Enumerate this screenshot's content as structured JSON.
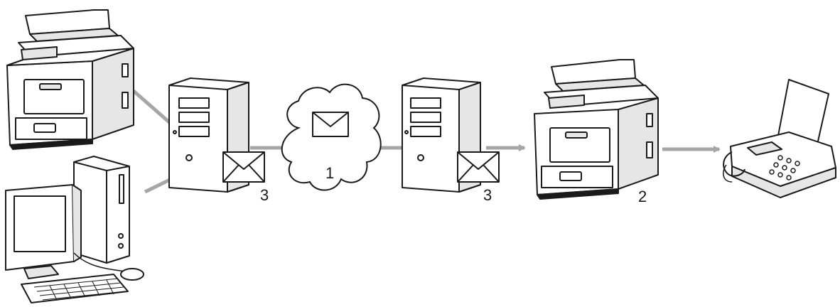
{
  "callouts": {
    "internet": "1",
    "receiving_machine": "2",
    "mail_server_left": "3",
    "mail_server_right": "3"
  },
  "colors": {
    "line": "#1a1a1a",
    "connector": "#a6a6a6",
    "fill": "#ffffff",
    "shade": "#e6e6e6"
  },
  "icons": [
    "mfp-printer-icon",
    "desktop-computer-icon",
    "mail-server-icon",
    "envelope-icon",
    "internet-cloud-icon",
    "fax-machine-icon",
    "arrow-icon"
  ]
}
